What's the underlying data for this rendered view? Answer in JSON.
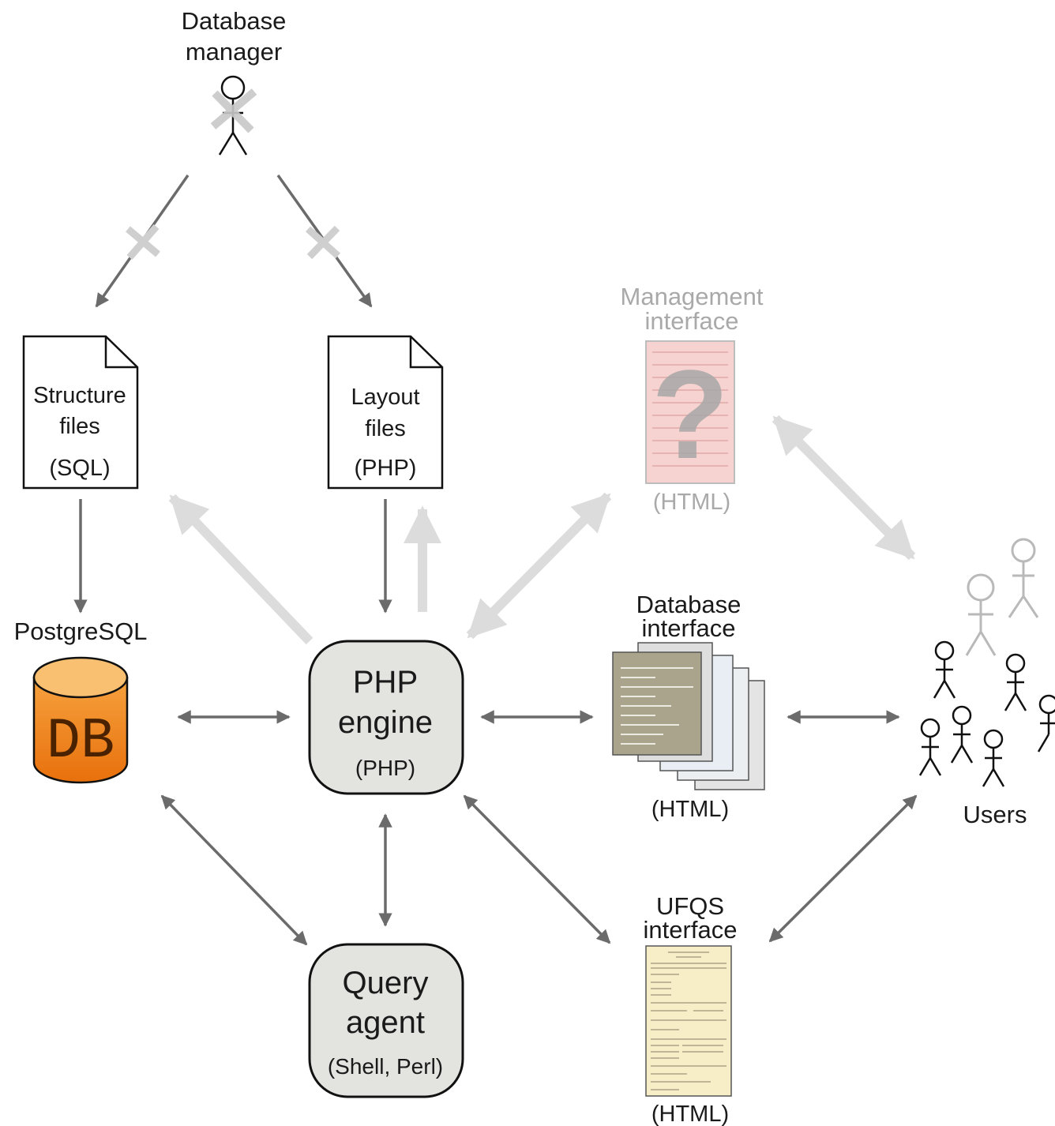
{
  "labels": {
    "database_manager_line1": "Database",
    "database_manager_line2": "manager",
    "structure_line1": "Structure",
    "structure_line2": "files",
    "structure_type": "(SQL)",
    "layout_line1": "Layout",
    "layout_line2": "files",
    "layout_type": "(PHP)",
    "management_line1": "Management",
    "management_line2": "interface",
    "management_type": "(HTML)",
    "postgresql": "PostgreSQL",
    "db_text": "DB",
    "php_line1": "PHP",
    "php_line2": "engine",
    "php_type": "(PHP)",
    "dbint_line1": "Database",
    "dbint_line2": "interface",
    "dbint_type": "(HTML)",
    "users": "Users",
    "query_line1": "Query",
    "query_line2": "agent",
    "query_type": "(Shell, Perl)",
    "ufqs_line1": "UFQS",
    "ufqs_line2": "interface",
    "ufqs_type": "(HTML)",
    "question_mark": "?"
  },
  "colors": {
    "arrow": "#6b6b6b",
    "arrow_faint": "#dcdcdc",
    "node_fill": "#e3e3e0",
    "db_orange": "#f08a1c",
    "db_top": "#f8c070",
    "management_fill": "#f6d3d0",
    "ufqs_fill": "#f7eec8",
    "dbint_fill": "#aaa48c"
  }
}
